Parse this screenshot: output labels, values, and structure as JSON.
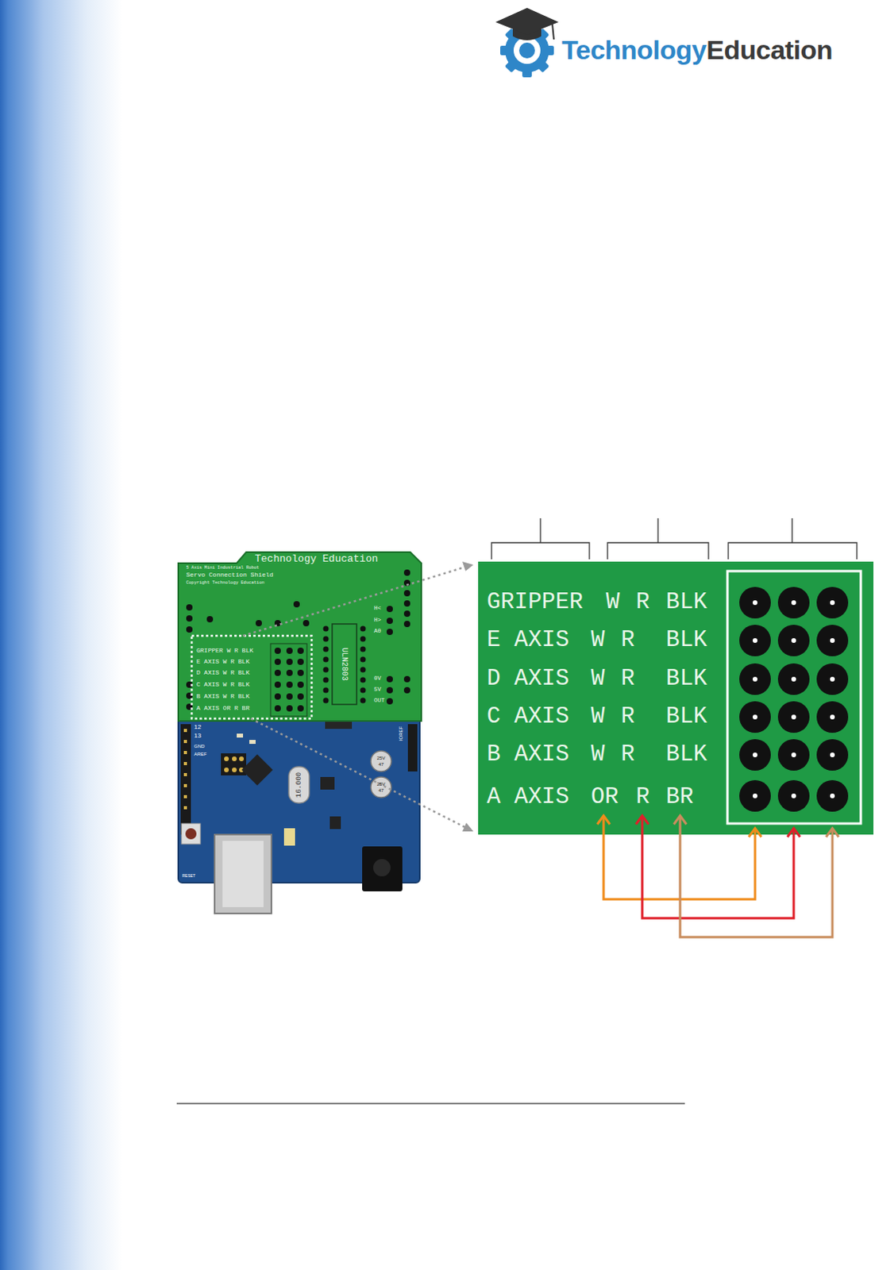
{
  "diagram": {
    "nodes": [
      {
        "text": [
          "GRIPPER",
          "W",
          "R",
          "BLK",
          "E AXIS",
          "W",
          "R",
          "BLK",
          "D AXIS",
          "W",
          "R",
          "BLK",
          "C AXIS",
          "W",
          "R",
          "BLK",
          "B AXIS",
          "W",
          "R",
          "BLK",
          "A AXIS",
          "OR",
          "R",
          "BR"
        ]
      }
    ],
    "labels": [
      "Technology",
      "Education",
      "Technology Education",
      "5 Axis Mini Industrial Robot",
      "Servo Connection Shield",
      "Copyright Technology Education",
      "GRIPPER W R BLK",
      "E AXIS W R BLK",
      "D AXIS W R BLK",
      "C AXIS W R BLK",
      "B AXIS W R BLK",
      "A AXIS OR R BR",
      "ULN2803",
      "H<",
      "H>",
      "A0",
      "0V",
      "5V",
      "OUT",
      "16.000",
      "25V",
      "47",
      "25V",
      "47",
      "12",
      "13",
      "GND",
      "AREF",
      "IOREF",
      "RESET"
    ]
  }
}
